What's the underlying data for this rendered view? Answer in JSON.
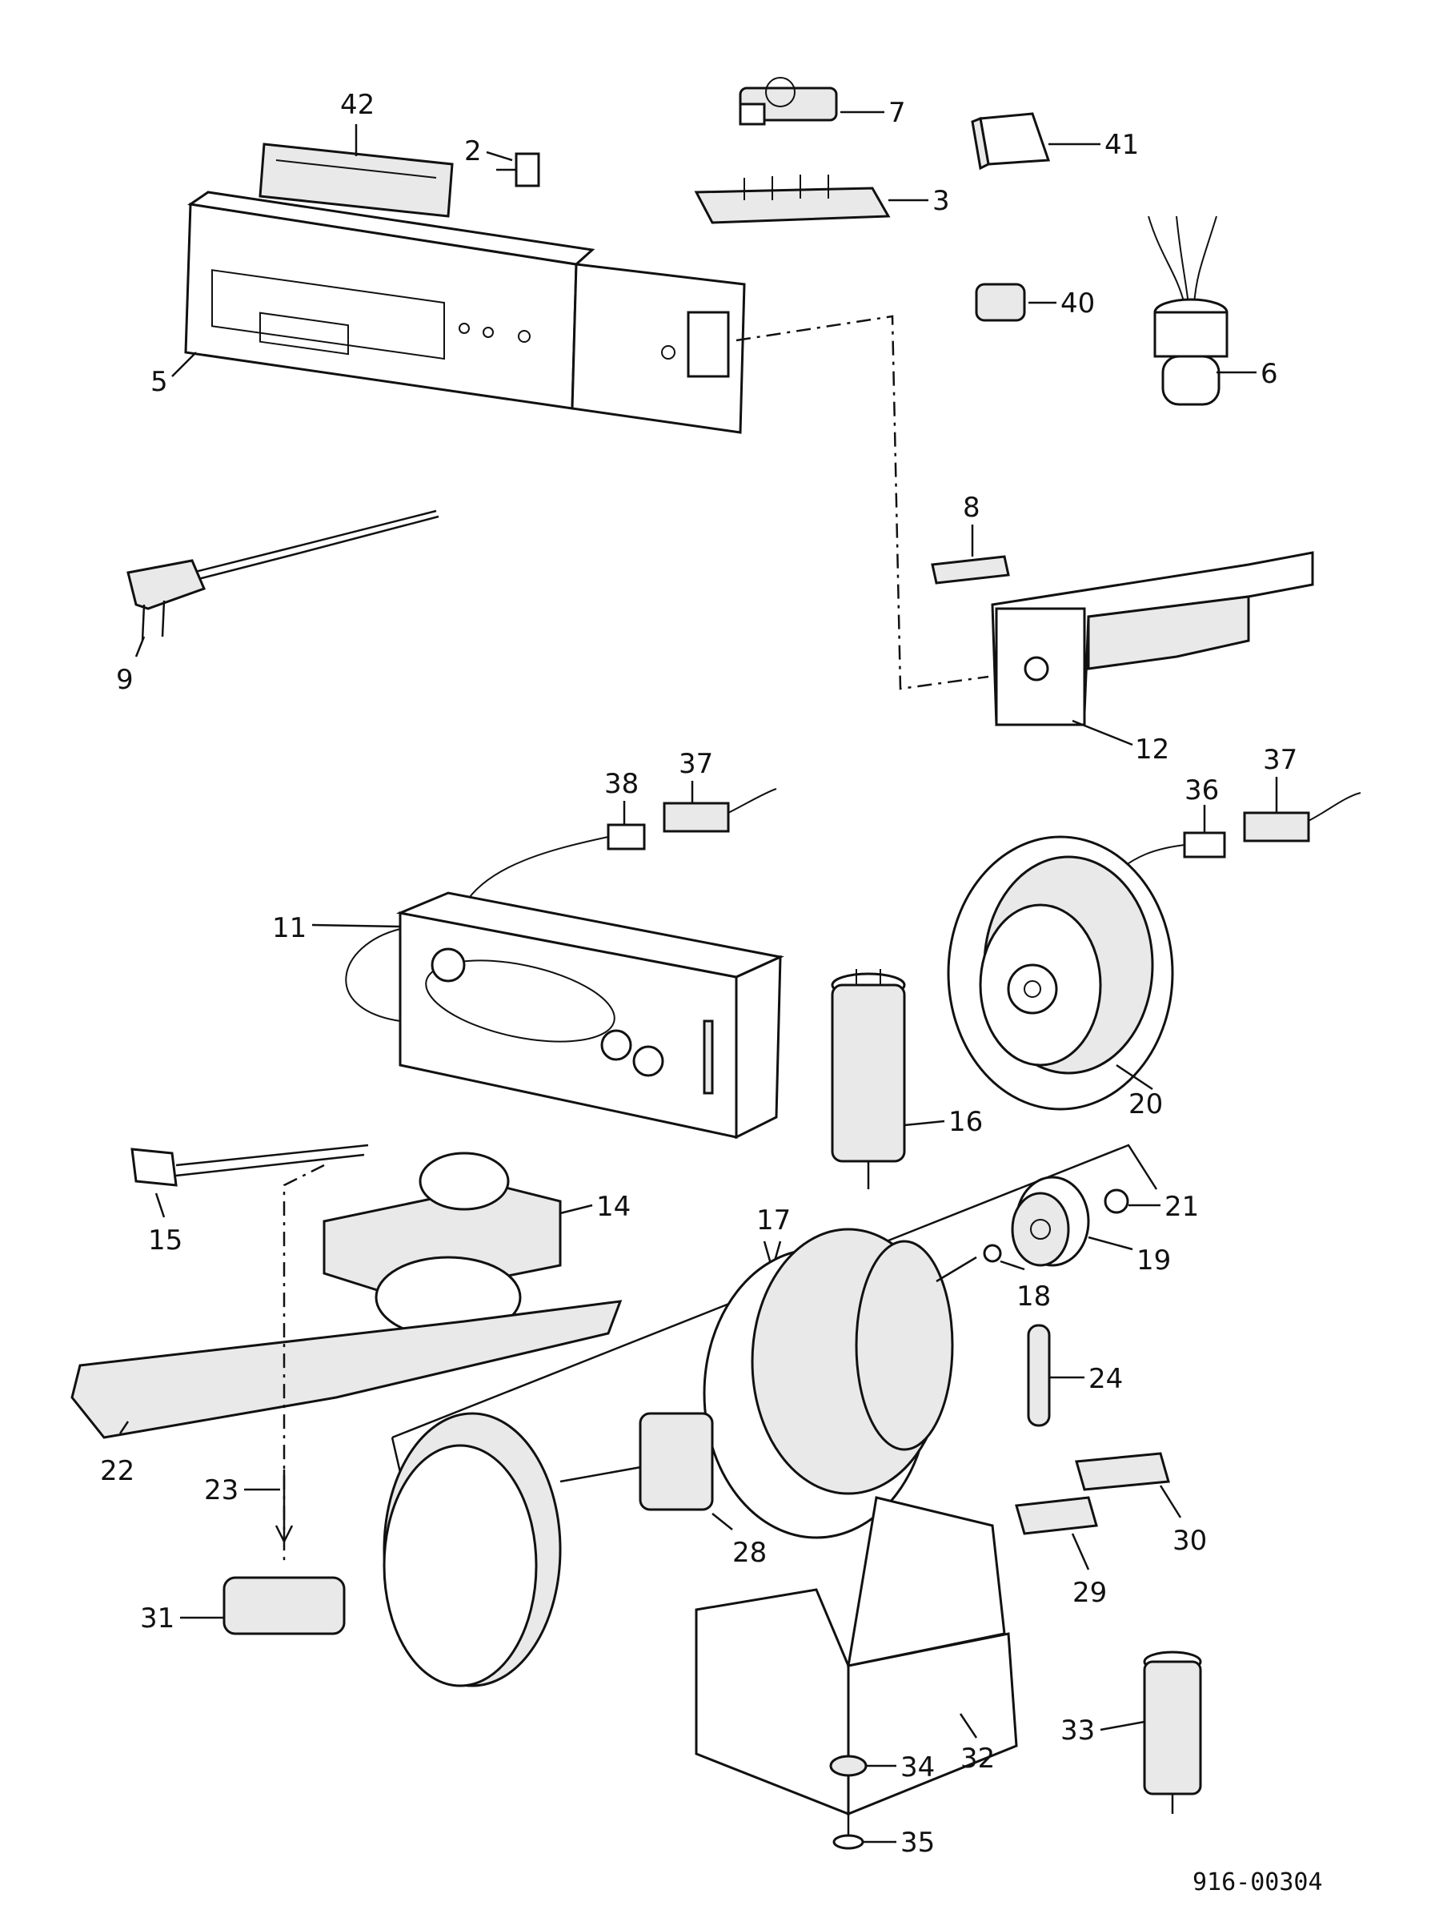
{
  "labels": {
    "p42": "42",
    "p2": "2",
    "p7": "7",
    "p41": "41",
    "p3": "3",
    "p40": "40",
    "p6": "6",
    "p5": "5",
    "p9": "9",
    "p8": "8",
    "p12": "12",
    "p37a": "37",
    "p38": "38",
    "p36": "36",
    "p37b": "37",
    "p11": "11",
    "p20": "20",
    "p16": "16",
    "p15": "15",
    "p14": "14",
    "p17": "17",
    "p21": "21",
    "p19": "19",
    "p18": "18",
    "p24": "24",
    "p22": "22",
    "p23": "23",
    "p28": "28",
    "p30": "30",
    "p29": "29",
    "p31": "31",
    "p32": "32",
    "p33": "33",
    "p34": "34",
    "p35": "35"
  },
  "drawing_code": "916-00304"
}
